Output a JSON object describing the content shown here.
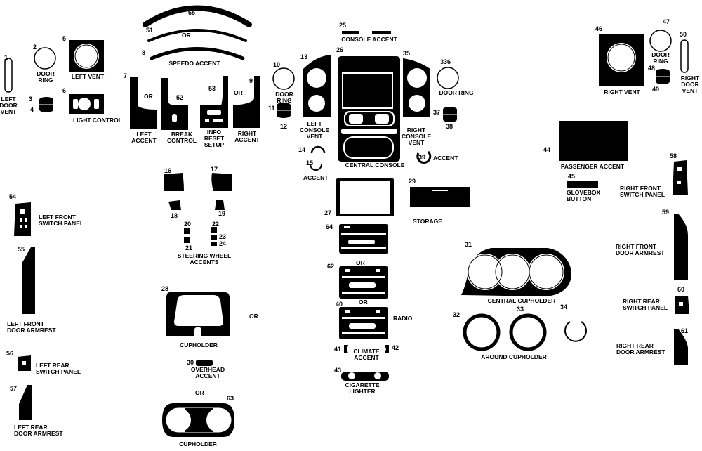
{
  "colors": {
    "part": "#000000",
    "window": "#ffffff",
    "background": "#ffffff"
  },
  "numbers": {
    "n1": "1",
    "n2": "2",
    "n3": "3",
    "n4": "4",
    "n5": "5",
    "n6": "6",
    "n7": "7",
    "n8": "8",
    "n9": "9",
    "n10": "10",
    "n11": "11",
    "n12": "12",
    "n13": "13",
    "n14": "14",
    "n15": "15",
    "n16": "16",
    "n17": "17",
    "n18": "18",
    "n19": "19",
    "n20": "20",
    "n21": "21",
    "n22": "22",
    "n23": "23",
    "n24": "24",
    "n25": "25",
    "n26": "26",
    "n27": "27",
    "n28": "28",
    "n29": "29",
    "n30": "30",
    "n31": "31",
    "n32": "32",
    "n33": "33",
    "n34": "34",
    "n35": "35",
    "n336": "336",
    "n37": "37",
    "n38": "38",
    "n39": "39",
    "n40": "40",
    "n41": "41",
    "n42": "42",
    "n43": "43",
    "n44": "44",
    "n45": "45",
    "n46": "46",
    "n47": "47",
    "n48": "48",
    "n49": "49",
    "n50": "50",
    "n51": "51",
    "n52": "52",
    "n53": "53",
    "n54": "54",
    "n55": "55",
    "n56": "56",
    "n57": "57",
    "n58": "58",
    "n59": "59",
    "n60": "60",
    "n61": "61",
    "n62": "62",
    "n63": "63",
    "n64": "64",
    "n65": "65"
  },
  "labels": {
    "left_door_vent": [
      "LEFT",
      "DOOR",
      "VENT"
    ],
    "door_ring_left": [
      "DOOR",
      "RING"
    ],
    "left_vent": "LEFT VENT",
    "light_control": "LIGHT CONTROL",
    "speedo_accent": "SPEEDO ACCENT",
    "left_accent": [
      "LEFT",
      "ACCENT"
    ],
    "break_control": [
      "BREAK",
      "CONTROL"
    ],
    "info_reset_setup": [
      "INFO",
      "RESET",
      "SETUP"
    ],
    "right_accent": [
      "RIGHT",
      "ACCENT"
    ],
    "door_ring_mid": [
      "DOOR",
      "RING"
    ],
    "left_console_vent": [
      "LEFT",
      "CONSOLE",
      "VENT"
    ],
    "console_accent": "CONSOLE ACCENT",
    "central_console": "CENTRAL CONSOLE",
    "right_console_vent": [
      "RIGHT",
      "CONSOLE",
      "VENT"
    ],
    "door_ring_right": "DOOR RING",
    "accent_39": "ACCENT",
    "accent_15": "ACCENT",
    "right_vent": "RIGHT VENT",
    "door_ring_far": [
      "DOOR",
      "RING"
    ],
    "right_door_vent": [
      "RIGHT",
      "DOOR",
      "VENT"
    ],
    "passenger_accent": "PASSENGER ACCENT",
    "glovebox_button": [
      "GLOVEBOX",
      "BUTTON"
    ],
    "right_front_switch_panel": [
      "RIGHT FRONT",
      "SWITCH PANEL"
    ],
    "right_front_door_armrest": [
      "RIGHT FRONT",
      "DOOR ARMREST"
    ],
    "right_rear_switch_panel": [
      "RIGHT REAR",
      "SWITCH PANEL"
    ],
    "right_rear_door_armrest": [
      "RIGHT REAR",
      "DOOR ARMREST"
    ],
    "left_front_switch_panel": [
      "LEFT FRONT",
      "SWITCH PANEL"
    ],
    "left_front_door_armrest": [
      "LEFT FRONT",
      "DOOR ARMREST"
    ],
    "left_rear_switch_panel": [
      "LEFT REAR",
      "SWITCH PANEL"
    ],
    "left_rear_door_armrest": [
      "LEFT REAR",
      "DOOR ARMREST"
    ],
    "steering_wheel_accents": [
      "STEERING WHEEL",
      "ACCENTS"
    ],
    "cupholder_28": "CUPHOLDER",
    "overhead_accent": [
      "OVERHEAD",
      "ACCENT"
    ],
    "cupholder_63": "CUPHOLDER",
    "storage": "STORAGE",
    "radio": "RADIO",
    "climate_accent": [
      "CLIMATE",
      "ACCENT"
    ],
    "cigarette_lighter": [
      "CIGARETTE",
      "LIGHTER"
    ],
    "central_cupholder": "CENTRAL CUPHOLDER",
    "around_cupholder": "AROUND CUPHOLDER",
    "or": "OR"
  }
}
